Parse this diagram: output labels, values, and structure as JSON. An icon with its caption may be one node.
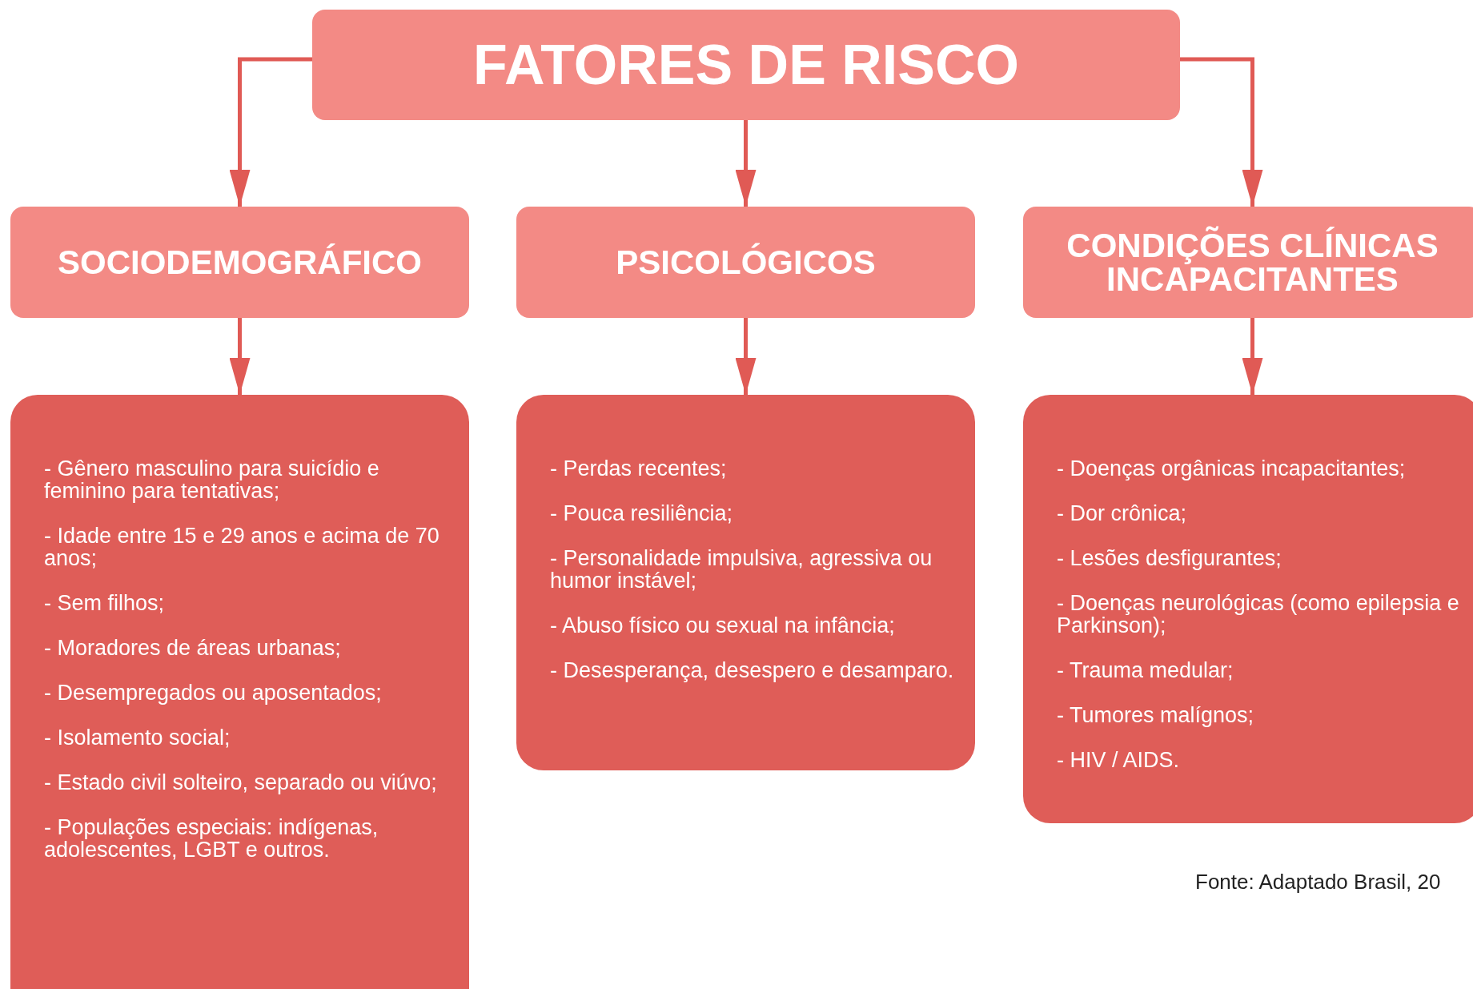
{
  "diagram": {
    "nodes": [
      {
        "text": [
          "FATORES DE RISCO"
        ]
      },
      {
        "text": [
          "SOCIODEMOGRÁFICO"
        ]
      },
      {
        "text": [
          "PSICOLÓGICOS"
        ]
      },
      {
        "text": [
          "CONDIÇÕES CLÍNICAS INCAPACITANTES"
        ]
      },
      {
        "text": [
          "- Gênero masculino para suicídio e feminino para tentativas;",
          "- Idade entre 15 e 29 anos e acima de 70 anos;",
          "- Sem filhos;",
          "- Moradores de áreas urbanas;",
          "- Desempregados ou aposentados;",
          "- Isolamento social;",
          "- Estado civil solteiro, separado ou viúvo;",
          "- Populações especiais: indígenas, adolescentes, LGBT e outros."
        ]
      },
      {
        "text": [
          "- Perdas recentes;",
          "- Pouca resiliência;",
          "- Personalidade impulsiva, agressiva ou humor instável;",
          "- Abuso físico ou sexual na infância;",
          "- Desesperança, desespero e desamparo."
        ]
      },
      {
        "text": [
          "- Doenças orgânicas incapacitantes;",
          "- Dor crônica;",
          "- Lesões desfigurantes;",
          "- Doenças neurológicas (como epilepsia e Parkinson);",
          "- Trauma medular;",
          "- Tumores malígnos;",
          "- HIV / AIDS."
        ]
      }
    ],
    "edges": [
      {
        "from": 0,
        "to": 1,
        "arrow": "to"
      },
      {
        "from": 0,
        "to": 2,
        "arrow": "to"
      },
      {
        "from": 0,
        "to": 3,
        "arrow": "to"
      },
      {
        "from": 1,
        "to": 4,
        "arrow": "to"
      },
      {
        "from": 2,
        "to": 5,
        "arrow": "to"
      },
      {
        "from": 3,
        "to": 6,
        "arrow": "to"
      }
    ],
    "labels": [
      "Fonte: Adaptado Brasil, 20"
    ]
  }
}
